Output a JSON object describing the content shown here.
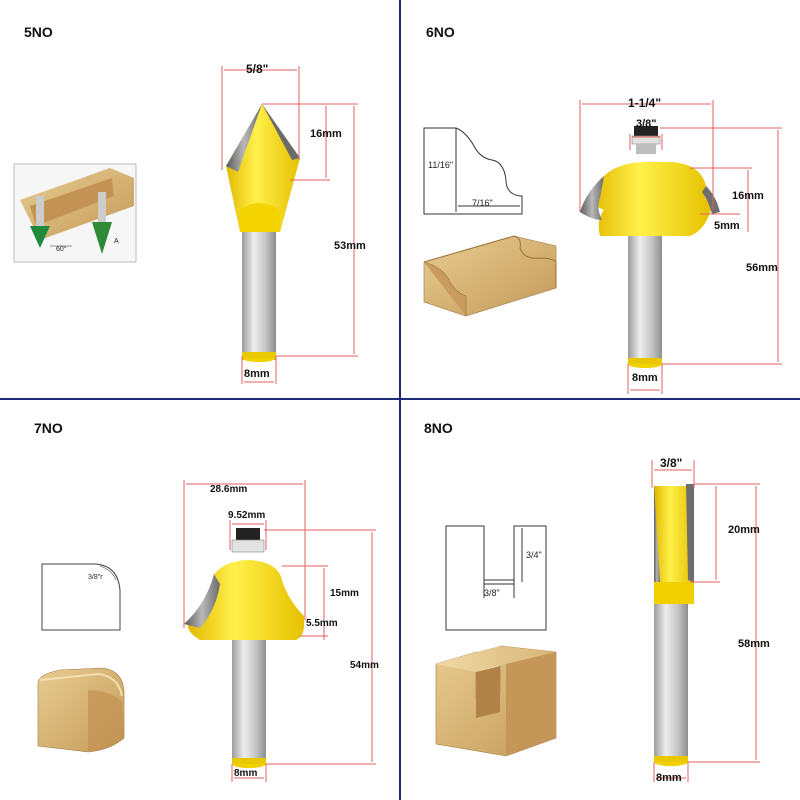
{
  "colors": {
    "divider": "#1e2a78",
    "dimension_line": "#e06060",
    "cutter_yellow": "#f2d000",
    "shank_gray": "#c8c8c8",
    "carbide_gray": "#7a7a7a",
    "wood": "#d9b878"
  },
  "panels": [
    {
      "label": "5NO",
      "dims": {
        "width": "5/8\"",
        "cut_height": "16mm",
        "total_length": "53mm",
        "shank": "8mm"
      },
      "inset_labels": {
        "angle": "60°",
        "letter": "A"
      }
    },
    {
      "label": "6NO",
      "dims": {
        "width": "1-1/4\"",
        "bearing": "3/8\"",
        "cut_height": "16mm",
        "lip": "5mm",
        "total_length": "56mm",
        "shank": "8mm"
      },
      "profile_labels": {
        "height": "11/16\"",
        "width": "7/16\""
      }
    },
    {
      "label": "7NO",
      "dims": {
        "width": "28.6mm",
        "bearing": "9.52mm",
        "cut_height": "15mm",
        "lip": "5.5mm",
        "total_length": "54mm",
        "shank": "8mm"
      },
      "profile_labels": {
        "radius": "3/8\"r"
      }
    },
    {
      "label": "8NO",
      "dims": {
        "width": "3/8\"",
        "cut_height": "20mm",
        "total_length": "58mm",
        "shank": "8mm"
      },
      "profile_labels": {
        "depth": "3/4\"",
        "width": "3/8\""
      }
    }
  ]
}
